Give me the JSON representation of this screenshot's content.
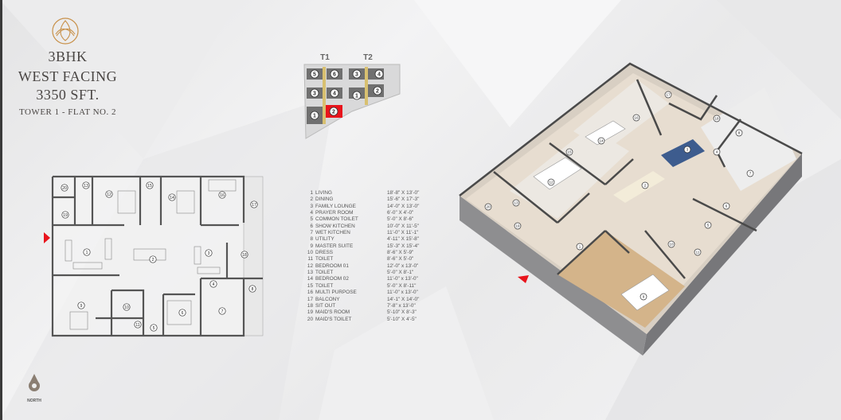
{
  "header": {
    "config": "3BHK",
    "facing": "WEST FACING",
    "area": "3350 SFT.",
    "unit": "TOWER  1 - FLAT NO. 2"
  },
  "key_plan": {
    "towers": [
      {
        "label": "T1",
        "flats": [
          "5",
          "6",
          "3",
          "4",
          "1",
          "2"
        ]
      },
      {
        "label": "T2",
        "flats": [
          "3",
          "4",
          "1",
          "2"
        ]
      }
    ],
    "highlight_color": "#e8141c",
    "selected": {
      "tower": "T1",
      "flat": "2"
    }
  },
  "legend": [
    {
      "no": "1",
      "name": "LIVING",
      "size": "18'-8\" X 13'-0\""
    },
    {
      "no": "2",
      "name": "DINING",
      "size": "15'-6\" X 17'-3\""
    },
    {
      "no": "3",
      "name": "FAMILY LOUNGE",
      "size": "14'-0\" X 13'-0\""
    },
    {
      "no": "4",
      "name": "PRAYER ROOM",
      "size": "6'-0\" X 4'-0\""
    },
    {
      "no": "5",
      "name": "COMMON TOILET",
      "size": "5'-0\" X 8'-6\""
    },
    {
      "no": "6",
      "name": "SHOW KITCHEN",
      "size": "10'-0\" X 11'-5\""
    },
    {
      "no": "7",
      "name": "WET KITCHEN",
      "size": "11'-0\" X 11'-1\""
    },
    {
      "no": "8",
      "name": "UTILITY",
      "size": "4'-11\" X 15'-8\""
    },
    {
      "no": "9",
      "name": "MASTER SUITE",
      "size": "15'-3\" X 15'-4\""
    },
    {
      "no": "10",
      "name": "DRESS",
      "size": "8'-6\" X 5'-9\""
    },
    {
      "no": "11",
      "name": "TOILET",
      "size": "8'-6\" X 5'-0\""
    },
    {
      "no": "12",
      "name": "BEDROOM 01",
      "size": "12'-0\" x 13'-0\""
    },
    {
      "no": "13",
      "name": "TOILET",
      "size": "5'-0\" X 8'-1\""
    },
    {
      "no": "14",
      "name": "BEDROOM 02",
      "size": "11'-0\" x 13'-0\""
    },
    {
      "no": "15",
      "name": "TOILET",
      "size": "5'-0\" X 8'-11\""
    },
    {
      "no": "16",
      "name": "MULTI PURPOSE",
      "size": "11'-0\" x 13'-0\""
    },
    {
      "no": "17",
      "name": "BALCONY",
      "size": "14'-1\" X 14'-0\""
    },
    {
      "no": "18",
      "name": "SIT OUT",
      "size": "7'-8\" x 13'-0\""
    },
    {
      "no": "19",
      "name": "MAID'S ROOM",
      "size": "5'-10\" X 8'-3\""
    },
    {
      "no": "20",
      "name": "MAID'S TOILET",
      "size": "5'-10\" X 4'-5\""
    }
  ],
  "plan_2d": {
    "room_numbers": [
      "20",
      "13",
      "12",
      "15",
      "14",
      "16",
      "17",
      "19",
      "1",
      "2",
      "3",
      "18",
      "4",
      "8",
      "9",
      "10",
      "6",
      "7",
      "11",
      "5"
    ],
    "entry_marker_color": "#e8141c"
  },
  "plan_3d": {
    "room_numbers": [
      "17",
      "18",
      "16",
      "14",
      "15",
      "3",
      "8",
      "4",
      "12",
      "2",
      "7",
      "13",
      "20",
      "19",
      "6",
      "5",
      "1",
      "10",
      "11",
      "9"
    ]
  },
  "compass": {
    "label": "NORTH"
  },
  "colors": {
    "accent_gold": "#c8914a",
    "wall": "#555555",
    "highlight": "#e8141c"
  }
}
